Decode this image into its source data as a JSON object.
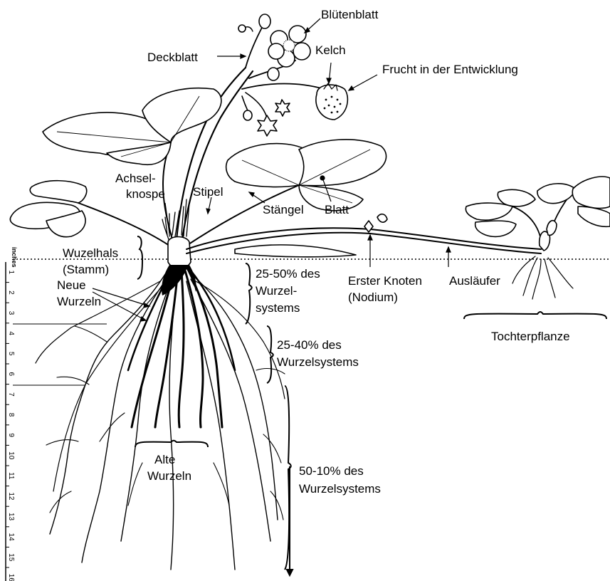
{
  "labels": {
    "petal": "Blütenblatt",
    "bract": "Deckblatt",
    "calyx": "Kelch",
    "developing_fruit": "Frucht in der Entwicklung",
    "axillary_bud_1": "Achsel-",
    "axillary_bud_2": "knospe",
    "stipule": "Stipel",
    "petiole": "Stängel",
    "leaf": "Blatt",
    "crown_1": "Wuzelhals",
    "crown_2": "(Stamm)",
    "new_roots_1": "Neue",
    "new_roots_2": "Wurzeln",
    "zone1_1": "25-50% des",
    "zone1_2": "Wurzel-",
    "zone1_3": "systems",
    "first_node_1": "Erster Knoten",
    "first_node_2": "(Nodium)",
    "runner": "Ausläufer",
    "daughter_plant": "Tochterpflanze",
    "zone2_1": "25-40% des",
    "zone2_2": "Wurzelsystems",
    "old_roots_1": "Alte",
    "old_roots_2": "Wurzeln",
    "zone3_1": "50-10% des",
    "zone3_2": "Wurzelsystems"
  },
  "ruler": {
    "unit": "inches",
    "ticks": [
      "1",
      "2",
      "3",
      "4",
      "5",
      "6",
      "7",
      "8",
      "9",
      "10",
      "11",
      "12",
      "13",
      "14",
      "15",
      "16"
    ]
  }
}
